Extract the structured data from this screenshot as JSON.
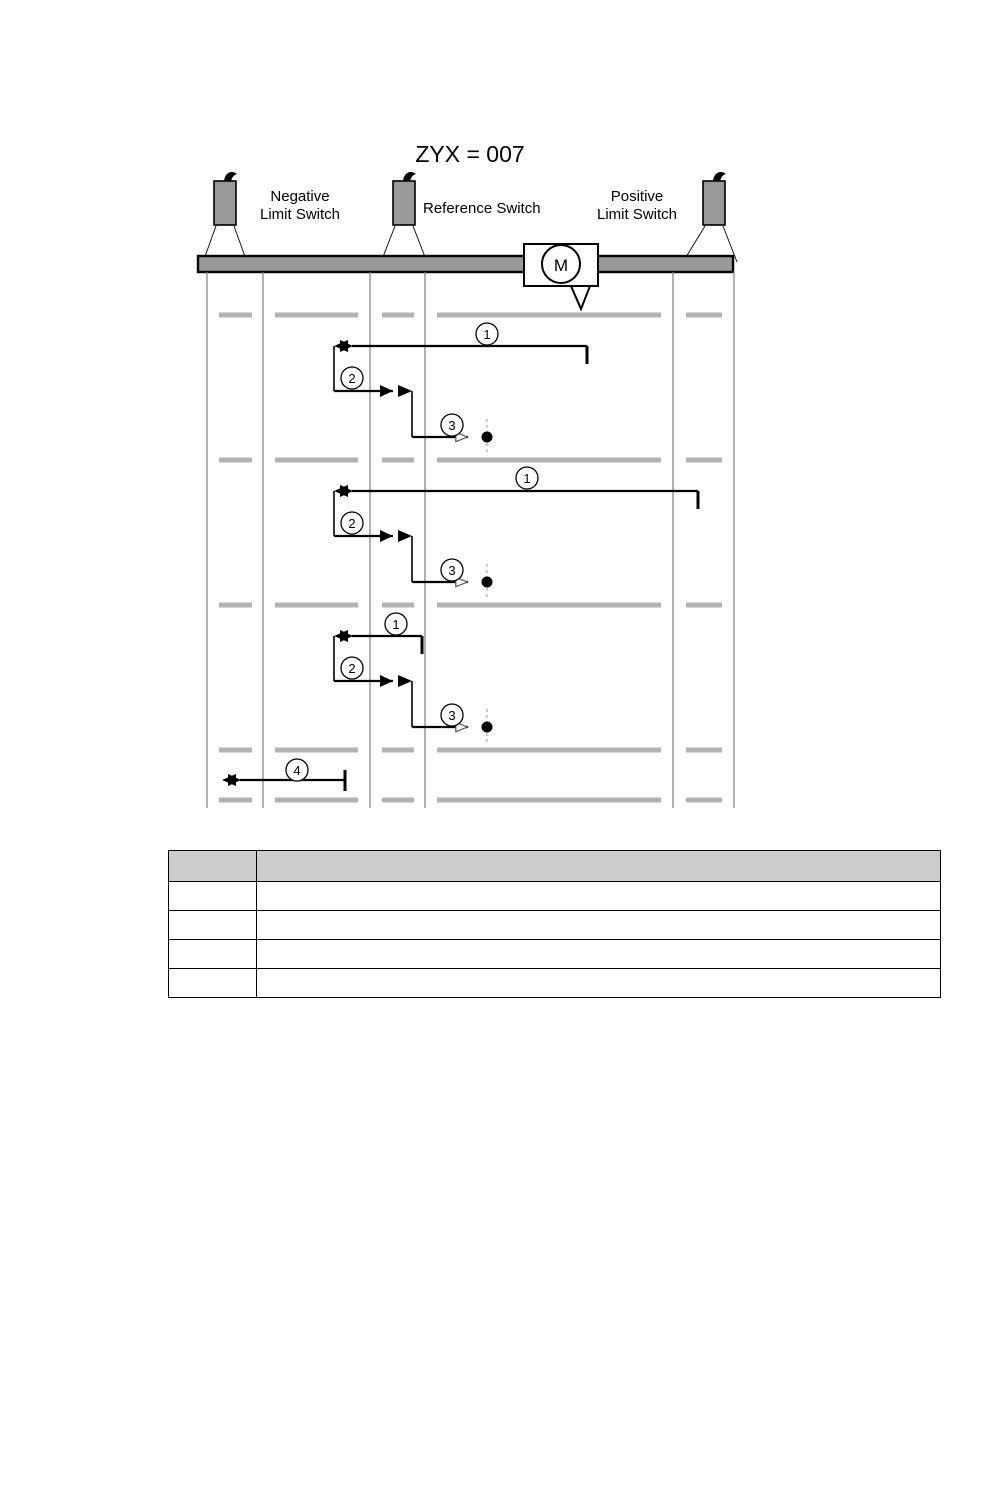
{
  "figure": {
    "title": "ZYX = 007",
    "labels": {
      "negative_limit_switch": "Negative\nLimit Switch",
      "negative_limit_switch_line1": "Negative",
      "negative_limit_switch_line2": "Limit Switch",
      "reference_switch": "Reference Switch",
      "positive_limit_switch_line1": "Positive",
      "positive_limit_switch_line2": "Limit Switch",
      "motor": "M"
    },
    "colors": {
      "switch_body": "#999999",
      "rail_fill": "#999999",
      "dash_marker": "#b3b3b3",
      "lane_line": "#808080",
      "stroke": "#000000",
      "table_header_fill": "#cccccc"
    },
    "step_markers": {
      "one": "1",
      "two": "2",
      "three": "3",
      "four": "4"
    },
    "sequences": [
      {
        "name": "sequence-block-1",
        "steps": [
          "1",
          "2",
          "3"
        ]
      },
      {
        "name": "sequence-block-2",
        "steps": [
          "1",
          "2",
          "3"
        ]
      },
      {
        "name": "sequence-block-3",
        "steps": [
          "1",
          "2",
          "3"
        ]
      },
      {
        "name": "sequence-block-4",
        "steps": [
          "4"
        ]
      }
    ]
  },
  "legend": {
    "headers": [
      "",
      ""
    ],
    "rows": [
      [
        "",
        ""
      ],
      [
        "",
        ""
      ],
      [
        "",
        ""
      ],
      [
        "",
        ""
      ]
    ]
  }
}
